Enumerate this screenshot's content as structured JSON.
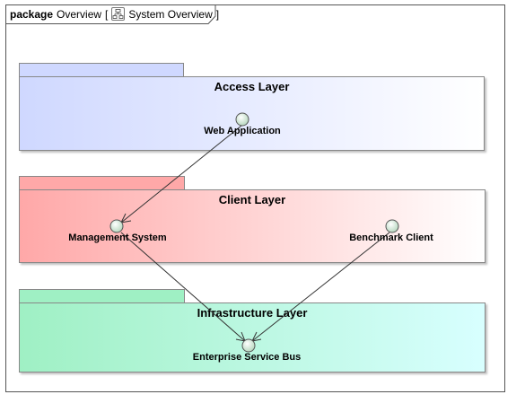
{
  "frame": {
    "keyword": "package",
    "name": "Overview",
    "bracket_open": "[",
    "diagram_name": "System Overview",
    "bracket_close": "]",
    "diagram_icon": "class-diagram-icon"
  },
  "layers": [
    {
      "title": "Access Layer",
      "color_left": "#cfd8ff",
      "color_right": "#ffffff"
    },
    {
      "title": "Client Layer",
      "color_left": "#ffa8a8",
      "color_right": "#ffffff"
    },
    {
      "title": "Infrastructure Layer",
      "color_left": "#9ff0c4",
      "color_right": "#d8ffff"
    }
  ],
  "components": [
    {
      "label": "Web Application"
    },
    {
      "label": "Management System"
    },
    {
      "label": "Benchmark Client"
    },
    {
      "label": "Enterprise Service Bus"
    }
  ],
  "dependencies": [
    {
      "from": "Web Application",
      "to": "Management System"
    },
    {
      "from": "Management System",
      "to": "Enterprise Service Bus"
    },
    {
      "from": "Benchmark Client",
      "to": "Enterprise Service Bus"
    }
  ]
}
